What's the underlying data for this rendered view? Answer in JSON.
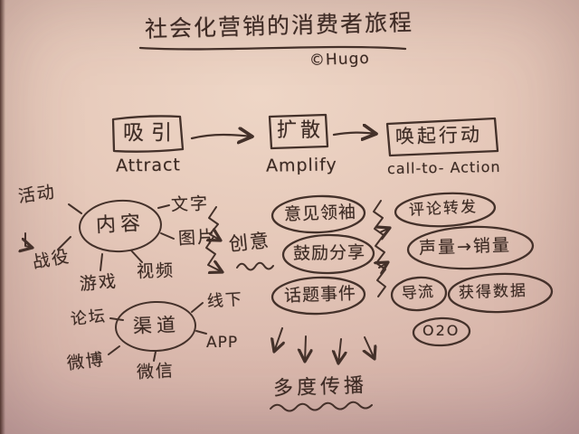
{
  "title": {
    "text": "社会化营销的消费者旅程",
    "credit": "©Hugo"
  },
  "stages": {
    "attract": {
      "zh": "吸引",
      "en": "Attract"
    },
    "amplify": {
      "zh": "扩散",
      "en": "Amplify"
    },
    "cta": {
      "zh": "唤起行动",
      "en": "call-to- Action"
    }
  },
  "content_cluster": {
    "hub": "内容",
    "activity": "活动",
    "campaign": "战役",
    "text": "文字",
    "image": "图片",
    "video": "视频",
    "game": "游戏"
  },
  "channel_cluster": {
    "hub": "渠道",
    "forum": "论坛",
    "offline": "线下",
    "app": "APP",
    "weibo": "微博",
    "wechat": "微信"
  },
  "amplify_cluster": {
    "creativity": "创意",
    "opinion_leaders": "意见领袖",
    "encourage_sharing": "鼓励分享",
    "topic_events": "话题事件",
    "multi_spread": "多度传播"
  },
  "cta_cluster": {
    "comment_repost": "评论转发",
    "voice_to_sales": "声量→销量",
    "traffic": "导流",
    "get_data": "获得数据",
    "o2o": "O2O"
  },
  "colors": {
    "ink": "#44312a",
    "paper": "#e6c9ba"
  }
}
